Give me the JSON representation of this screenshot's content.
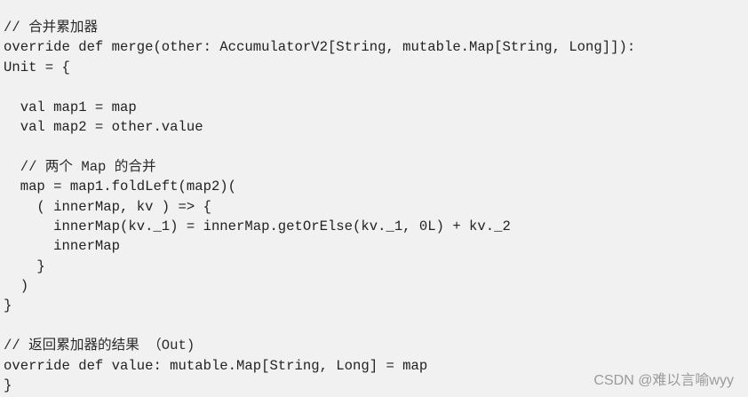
{
  "code_lines": [
    "// 合并累加器",
    "override def merge(other: AccumulatorV2[String, mutable.Map[String, Long]]):",
    "Unit = {",
    "",
    "  val map1 = map",
    "  val map2 = other.value",
    "",
    "  // 两个 Map 的合并",
    "  map = map1.foldLeft(map2)(",
    "    ( innerMap, kv ) => {",
    "      innerMap(kv._1) = innerMap.getOrElse(kv._1, 0L) + kv._2",
    "      innerMap",
    "    }",
    "  )",
    "}",
    "",
    "// 返回累加器的结果 （Out)",
    "override def value: mutable.Map[String, Long] = map",
    "}"
  ],
  "watermark": "CSDN @难以言喻wyy"
}
